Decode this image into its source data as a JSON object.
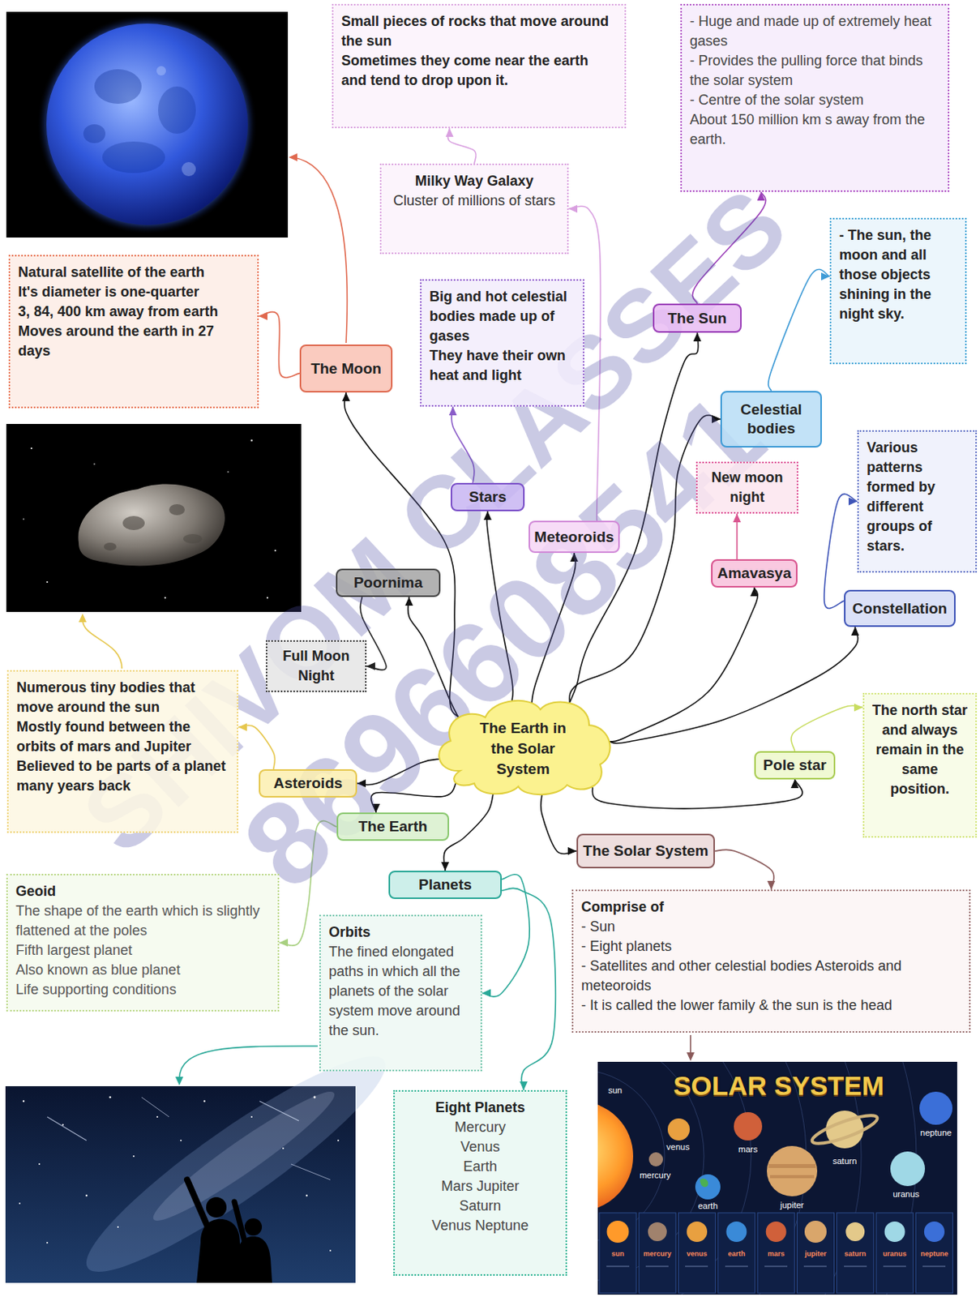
{
  "diagram": {
    "nodes": [
      {
        "text": [
          "Small pieces of rocks that move around the sun",
          "Sometimes they come near the earth and tend to drop upon it."
        ]
      },
      {
        "text": [
          "- Huge and made up of extremely heat gases",
          "- Provides the pulling force that binds the solar system",
          "- Centre of the solar system",
          "About 150 million km s away from the earth."
        ]
      },
      {
        "text": [
          "Milky Way Galaxy",
          "Cluster of millions of stars"
        ]
      },
      {
        "text": [
          "- The sun, the moon and all those objects shining in the night sky."
        ]
      },
      {
        "text": [
          "Natural satellite of the earth",
          "It's diameter is one-quarter",
          "3, 84, 400 km away from earth",
          "Moves around the earth in 27 days"
        ]
      },
      {
        "text": [
          "Big and hot celestial bodies made up of gases",
          "They have their own heat and light"
        ]
      },
      {
        "text": [
          "The Sun"
        ]
      },
      {
        "text": [
          "The Moon"
        ]
      },
      {
        "text": [
          "Celestial bodies"
        ]
      },
      {
        "text": [
          "Various patterns formed by different groups of stars."
        ]
      },
      {
        "text": [
          "New moon night"
        ]
      },
      {
        "text": [
          "Stars"
        ]
      },
      {
        "text": [
          "Meteoroids"
        ]
      },
      {
        "text": [
          "Amavasya"
        ]
      },
      {
        "text": [
          "Poornima"
        ]
      },
      {
        "text": [
          "Constellation"
        ]
      },
      {
        "text": [
          "Full Moon Night"
        ]
      },
      {
        "text": [
          "Numerous tiny bodies that move around the sun",
          "Mostly found between the orbits of mars and Jupiter",
          "Believed to be parts of a planet many years back"
        ]
      },
      {
        "text": [
          "The north star and always remain in the same position."
        ]
      },
      {
        "text": [
          "The Earth in the Solar System"
        ]
      },
      {
        "text": [
          "Pole star"
        ]
      },
      {
        "text": [
          "Asteroids"
        ]
      },
      {
        "text": [
          "The Earth"
        ]
      },
      {
        "text": [
          "The Solar System"
        ]
      },
      {
        "text": [
          "Planets"
        ]
      },
      {
        "text": [
          "Geoid",
          "The shape of the earth which is slightly flattened at the poles",
          "Fifth largest planet",
          "Also known as blue planet",
          "Life supporting conditions"
        ]
      },
      {
        "text": [
          "Orbits",
          "The fined elongated paths in which all the planets of the solar system move around the sun."
        ]
      },
      {
        "text": [
          "Comprise of",
          "- Sun",
          "- Eight planets",
          "- Satellites and other celestial bodies Asteroids and meteoroids",
          "- It is called the lower family & the sun is the head"
        ]
      },
      {
        "text": [
          "Eight Planets",
          "Mercury",
          "Venus",
          "Earth",
          "Mars Jupiter",
          "Saturn",
          "Venus Neptune"
        ]
      }
    ],
    "edges": [
      {
        "from": 19,
        "to": 7,
        "arrow": "to"
      },
      {
        "from": 19,
        "to": 14,
        "arrow": "to"
      },
      {
        "from": 19,
        "to": 11,
        "arrow": "to"
      },
      {
        "from": 19,
        "to": 12,
        "arrow": "to"
      },
      {
        "from": 19,
        "to": 6,
        "arrow": "to"
      },
      {
        "from": 19,
        "to": 8,
        "arrow": "to"
      },
      {
        "from": 19,
        "to": 13,
        "arrow": "to"
      },
      {
        "from": 19,
        "to": 15,
        "arrow": "to"
      },
      {
        "from": 19,
        "to": 20,
        "arrow": "to"
      },
      {
        "from": 19,
        "to": 23,
        "arrow": "to"
      },
      {
        "from": 19,
        "to": 24,
        "arrow": "to"
      },
      {
        "from": 19,
        "to": 22,
        "arrow": "to"
      },
      {
        "from": 19,
        "to": 21,
        "arrow": "to"
      },
      {
        "from": 14,
        "to": 16,
        "arrow": "to"
      },
      {
        "from": 7,
        "to": 4,
        "arrow": "to"
      },
      {
        "from": 11,
        "to": 5,
        "arrow": "to"
      },
      {
        "from": 12,
        "to": 2,
        "arrow": "to"
      },
      {
        "from": 2,
        "to": 0,
        "arrow": "to"
      },
      {
        "from": 6,
        "to": 1,
        "arrow": "to"
      },
      {
        "from": 8,
        "to": 3,
        "arrow": "to"
      },
      {
        "from": 13,
        "to": 10,
        "arrow": "to"
      },
      {
        "from": 15,
        "to": 9,
        "arrow": "to"
      },
      {
        "from": 20,
        "to": 18,
        "arrow": "to"
      },
      {
        "from": 23,
        "to": 27,
        "arrow": "to"
      },
      {
        "from": 24,
        "to": 26,
        "arrow": "to"
      },
      {
        "from": 24,
        "to": 28,
        "arrow": "to"
      },
      {
        "from": 22,
        "to": 25,
        "arrow": "to"
      },
      {
        "from": 21,
        "to": 17,
        "arrow": "to"
      }
    ],
    "labels": [
      "SOLAR SYSTEM",
      "sun",
      "venus",
      "mercury",
      "earth",
      "mars",
      "jupiter",
      "saturn",
      "uranus",
      "neptune",
      "sun",
      "mercury",
      "venus",
      "earth",
      "mars",
      "jupiter",
      "saturn",
      "uranus",
      "neptune",
      "SHIVOM CLASSES",
      "8696608541"
    ]
  }
}
